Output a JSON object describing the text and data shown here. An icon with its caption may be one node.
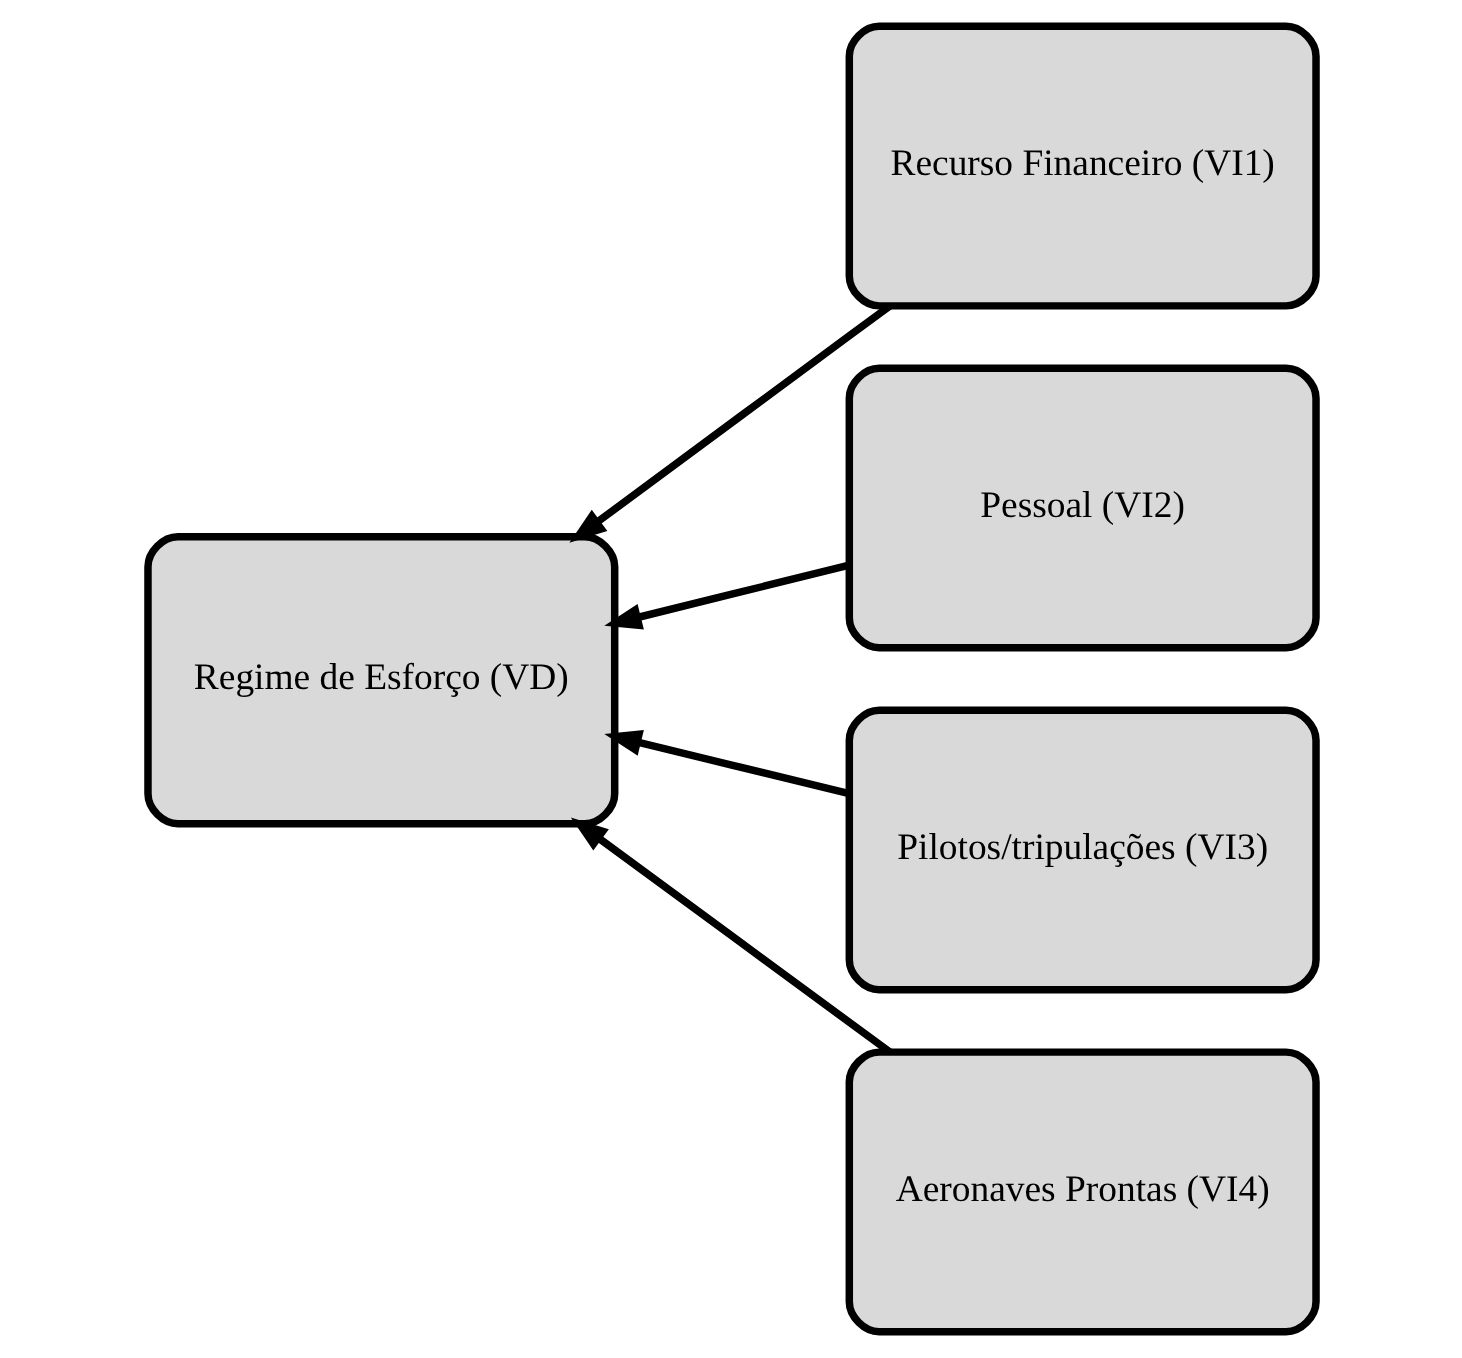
{
  "diagram": {
    "nodes": [
      {
        "text": [
          "Regime de Esforço (VD)"
        ]
      },
      {
        "text": [
          "Recurso Financeiro (VI1)"
        ]
      },
      {
        "text": [
          "Pessoal (VI2)"
        ]
      },
      {
        "text": [
          "Pilotos/tripulações (VI3)"
        ]
      },
      {
        "text": [
          "Aeronaves Prontas (VI4)"
        ]
      }
    ],
    "edges": [
      {
        "from": 1,
        "to": 0,
        "arrow": "to"
      },
      {
        "from": 2,
        "to": 0,
        "arrow": "to"
      },
      {
        "from": 3,
        "to": 0,
        "arrow": "to"
      },
      {
        "from": 4,
        "to": 0,
        "arrow": "to"
      }
    ]
  }
}
